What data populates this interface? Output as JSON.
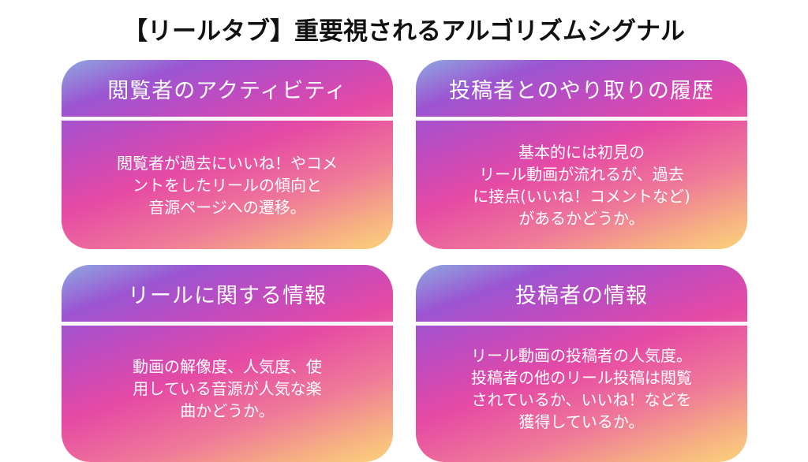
{
  "title": "【リールタブ】重要視されるアルゴリズムシグナル",
  "colors": {
    "gradient": [
      "#8fa8e0",
      "#9b55d2",
      "#e64aa4",
      "#ef7b98",
      "#fcd27a"
    ],
    "text": "#ffffff",
    "title": "#111111"
  },
  "cards": [
    {
      "heading": "閲覧者のアクティビティ",
      "body": "閲覧者が過去にいいね！やコメ\nントをしたリールの傾向と\n音源ページへの遷移。"
    },
    {
      "heading": "投稿者とのやり取りの履歴",
      "body": "基本的には初見の\nリール動画が流れるが、過去\nに接点(いいね！コメントなど)\nがあるかどうか。"
    },
    {
      "heading": "リールに関する情報",
      "body": "動画の解像度、人気度、使\n用している音源が人気な楽\n曲かどうか。"
    },
    {
      "heading": "投稿者の情報",
      "body": "リール動画の投稿者の人気度。\n投稿者の他のリール投稿は閲覧\nされているか、いいね！などを\n獲得しているか。"
    }
  ]
}
